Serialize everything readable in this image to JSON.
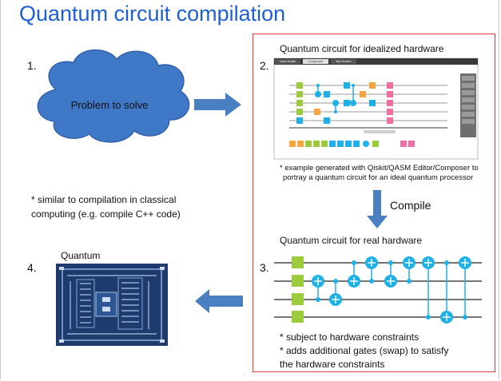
{
  "title": "Quantum circuit compilation",
  "steps": {
    "s1": "1.",
    "s2": "2.",
    "s3": "3.",
    "s4": "4."
  },
  "problem_label": "Problem to solve",
  "analogy_text": {
    "line1": "* similar to compilation in classical",
    "line2": "computing (e.g. compile C++ code)"
  },
  "ideal": {
    "heading": "Quantum circuit for idealized hardware",
    "note1": "* example generated with Qiskit/QASM Editor/Composer to",
    "note2": "portray a quantum circuit for an ideal quantum processor",
    "composer_tabs": [
      "User Guide",
      "Composer",
      "My Scores"
    ]
  },
  "compile_label": "Compile",
  "real": {
    "heading": "Quantum circuit for real hardware",
    "note1": "* subject to hardware constraints",
    "note2": "* adds additional gates (swap) to satisfy",
    "note3": "the hardware constraints"
  },
  "quantum_label": "Quantum",
  "colors": {
    "title": "#1f5fd6",
    "arrow": "#4a7fc1",
    "cloud": "#3f78c6",
    "redbox": "#e53935",
    "gate_green": "#9ccc3c",
    "gate_cyan": "#1fb0e8",
    "gate_orange": "#f5a640",
    "gate_pink": "#f06fa0",
    "chip_bg": "#1f3b6e"
  }
}
